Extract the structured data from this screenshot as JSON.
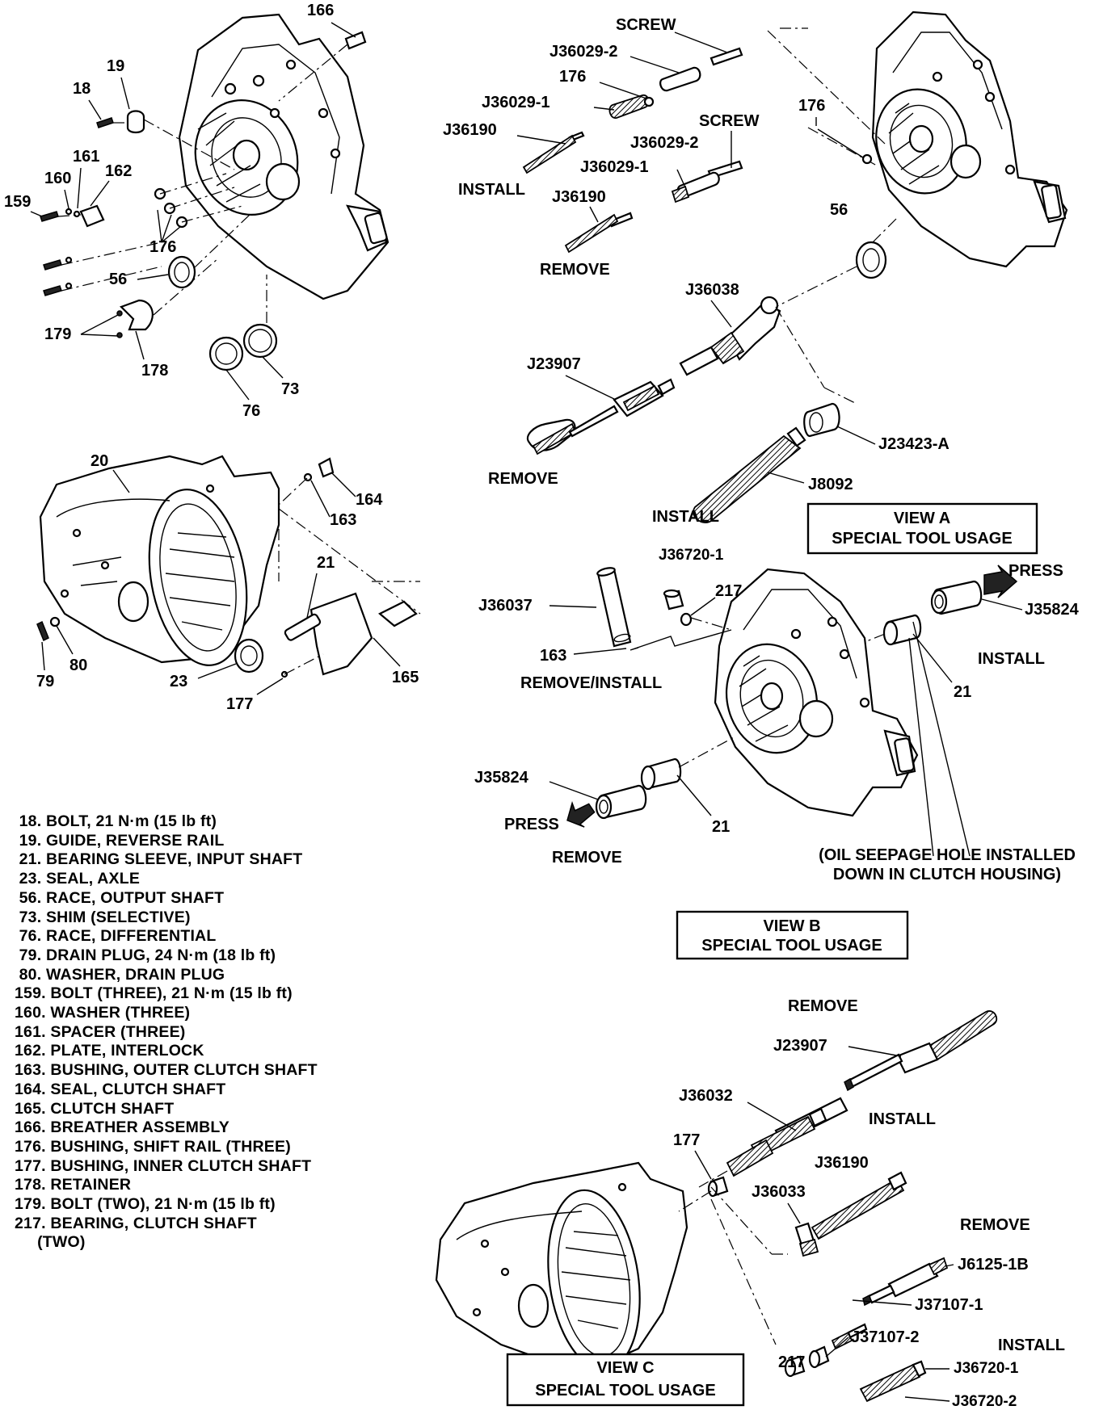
{
  "callouts_top_left": [
    "166",
    "19",
    "18",
    "161",
    "160",
    "162",
    "159",
    "176",
    "56",
    "179",
    "178",
    "76",
    "73"
  ],
  "callouts_mid_left": [
    "20",
    "164",
    "163",
    "21",
    "79",
    "80",
    "23",
    "177",
    "165"
  ],
  "view_a": {
    "labels": [
      "SCREW",
      "J36029-2",
      "176",
      "J36029-1",
      "J36190",
      "SCREW",
      "J36029-2",
      "J36029-1",
      "INSTALL",
      "J36190",
      "REMOVE",
      "176",
      "56",
      "J36038",
      "J23907",
      "REMOVE",
      "J23423-A",
      "J8092",
      "INSTALL"
    ],
    "title_line1": "VIEW A",
    "title_line2": "SPECIAL TOOL USAGE"
  },
  "view_b": {
    "labels": [
      "J36720-1",
      "217",
      "PRESS",
      "J35824",
      "J36037",
      "INSTALL",
      "163",
      "21",
      "REMOVE/INSTALL",
      "J35824",
      "PRESS",
      "21",
      "REMOVE"
    ],
    "note_line1": "(OIL SEEPAGE HOLE INSTALLED",
    "note_line2": "DOWN IN CLUTCH HOUSING)",
    "title_line1": "VIEW B",
    "title_line2": "SPECIAL TOOL USAGE"
  },
  "view_c": {
    "labels": [
      "REMOVE",
      "J23907",
      "J36032",
      "INSTALL",
      "177",
      "J36190",
      "J36033",
      "REMOVE",
      "J6125-1B",
      "J37107-1",
      "J37107-2",
      "INSTALL",
      "217",
      "J36720-1",
      "J36720-2"
    ],
    "title_line1": "VIEW C",
    "title_line2": "SPECIAL TOOL USAGE"
  },
  "legend": [
    " 18. BOLT, 21 N·m (15 lb ft)",
    " 19. GUIDE, REVERSE RAIL",
    " 21. BEARING SLEEVE, INPUT SHAFT",
    " 23. SEAL, AXLE",
    " 56. RACE, OUTPUT SHAFT",
    " 73. SHIM (SELECTIVE)",
    " 76. RACE, DIFFERENTIAL",
    " 79. DRAIN PLUG, 24 N·m (18 lb ft)",
    " 80. WASHER, DRAIN PLUG",
    "159. BOLT (THREE), 21 N·m (15 lb ft)",
    "160. WASHER (THREE)",
    "161. SPACER (THREE)",
    "162. PLATE, INTERLOCK",
    "163. BUSHING, OUTER CLUTCH SHAFT",
    "164. SEAL, CLUTCH SHAFT",
    "165. CLUTCH SHAFT",
    "166. BREATHER ASSEMBLY",
    "176. BUSHING, SHIFT RAIL (THREE)",
    "177. BUSHING, INNER CLUTCH SHAFT",
    "178. RETAINER",
    "179. BOLT (TWO), 21 N·m (15 lb ft)",
    "217. BEARING, CLUTCH SHAFT",
    "     (TWO)"
  ]
}
